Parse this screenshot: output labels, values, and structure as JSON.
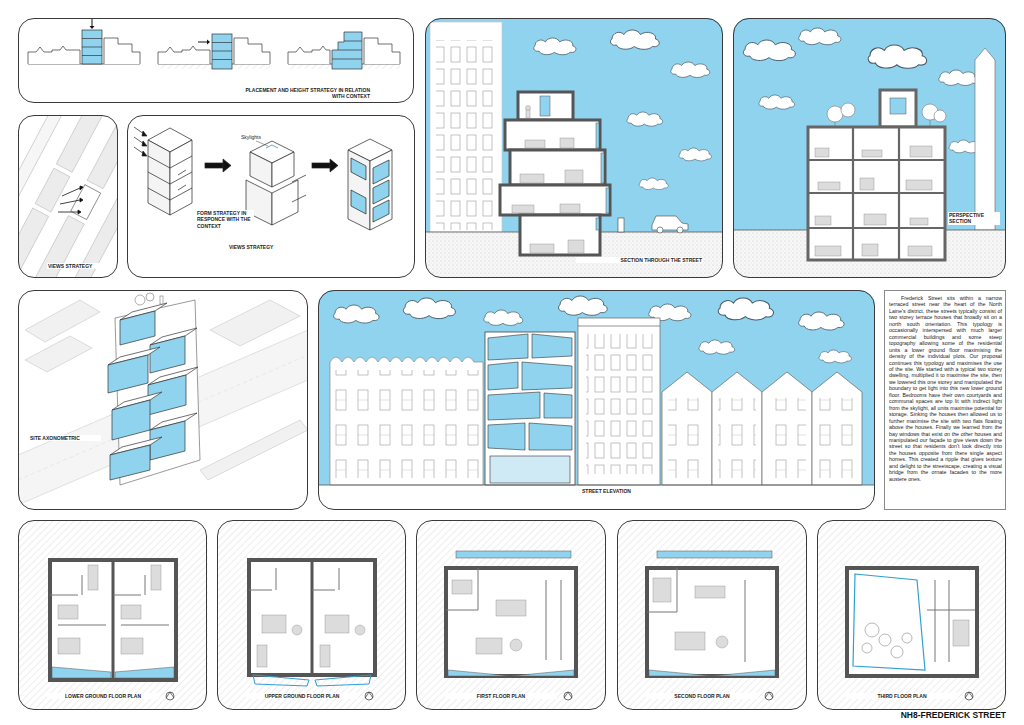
{
  "diagram": {
    "title": "NH8-FREDERICK STREET",
    "nodes": [
      {
        "text": [
          "PLACEMENT AND HEIGHT STRATEGY IN RELATION WITH CONTEXT"
        ]
      },
      {
        "text": [
          "VIEWS STRATEGY"
        ]
      },
      {
        "text": [
          "Skylights",
          "FORM STRATEGY IN RESPONCE WITH THE CONTEXT",
          "VIEWS STRATEGY"
        ]
      },
      {
        "text": [
          "SECTION THROUGH THE STREET"
        ]
      },
      {
        "text": [
          "PERSPECTIVE SECTION"
        ]
      },
      {
        "text": [
          "SITE AXONOMETRIC"
        ]
      },
      {
        "text": [
          "STREET ELEVATION"
        ]
      },
      {
        "text": [
          "Frederick Street sits within a narrow terraced street near the heart of the North Laine's district, these streets typically consist of two storey terrace houses that broadly sit on a north south orientation. This typology is occasionally interspersed with much larger commercial buildings and some steep topography allowing some of the residential units a lower ground floor maximising the density of the individual plots. Our proposal continues this typology and maximises the use of the site. We started with a typical two storey dwelling, multiplied it to maximise the site, then we lowered this one storey and manipulated the boundary to get light into this new lower ground floor. Bedrooms have their own courtyards and communal spaces are top lit with indirect light from the skylight, all units maximise potential for storage. Sinking the houses then allowed us to further maximise the site with two flats floating above the houses. Finally we learned from the bay windows that exist on the other houses and manipulated our façade to give views down the street so that residents don't look directly into the houses opposite from there single aspect homes. This created a ripple that gives texture and delight to the streetscape, creating a visual bridge from the ornate facades to the more austere ones."
        ]
      },
      {
        "text": [
          "LOWER GROUND FLOOR PLAN"
        ]
      },
      {
        "text": [
          "UPPER GROUND FLOOR PLAN"
        ]
      },
      {
        "text": [
          "FIRST FLOOR PLAN"
        ]
      },
      {
        "text": [
          "SECOND FLOOR PLAN"
        ]
      },
      {
        "text": [
          "THIRD FLOOR PLAN"
        ]
      }
    ]
  }
}
